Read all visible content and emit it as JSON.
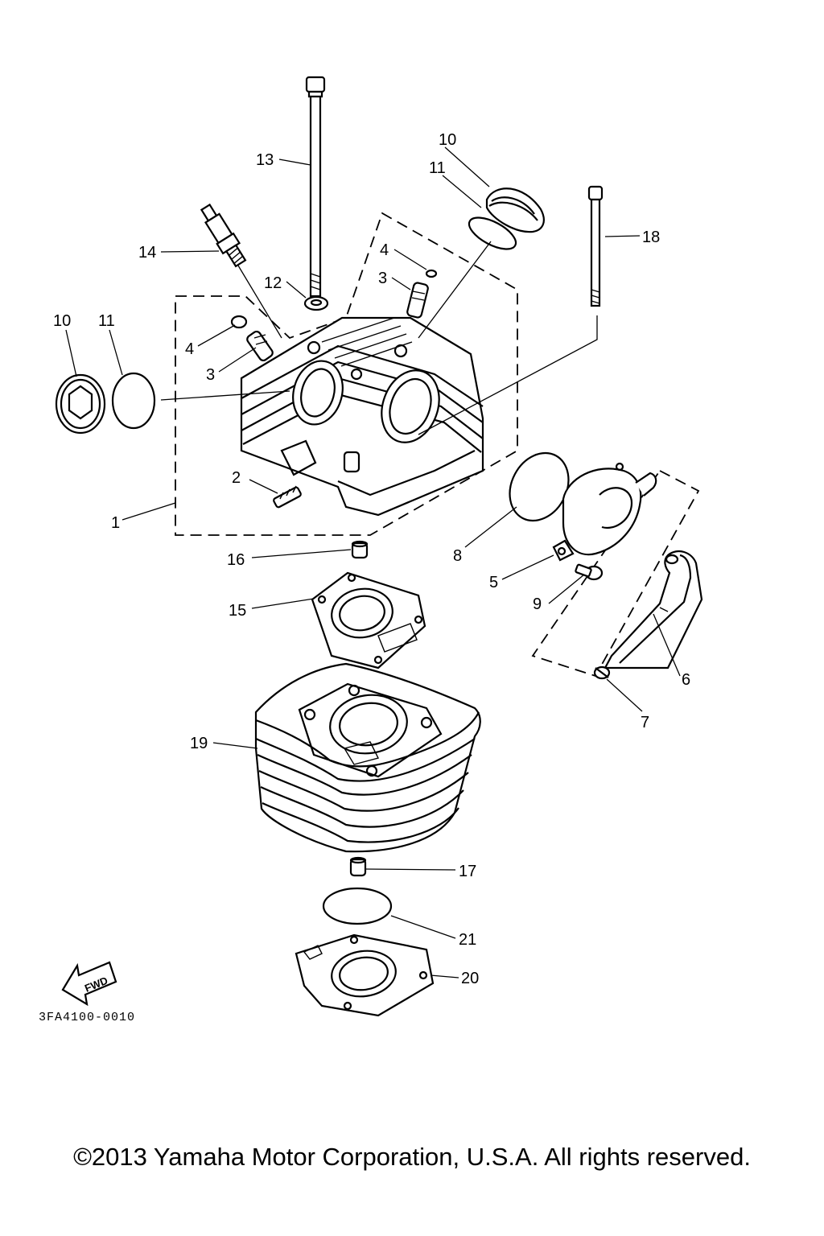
{
  "callouts": {
    "c1": "1",
    "c2": "2",
    "c3a": "3",
    "c3b": "3",
    "c4a": "4",
    "c4b": "4",
    "c5": "5",
    "c6": "6",
    "c7": "7",
    "c8": "8",
    "c9": "9",
    "c10a": "10",
    "c10b": "10",
    "c11a": "11",
    "c11b": "11",
    "c12": "12",
    "c13": "13",
    "c14": "14",
    "c15": "15",
    "c16": "16",
    "c17": "17",
    "c18": "18",
    "c19": "19",
    "c20": "20",
    "c21": "21"
  },
  "fwd_label": "FWD",
  "diagram_code": "3FA4100-0010",
  "copyright": "©2013 Yamaha Motor Corporation, U.S.A. All rights reserved."
}
